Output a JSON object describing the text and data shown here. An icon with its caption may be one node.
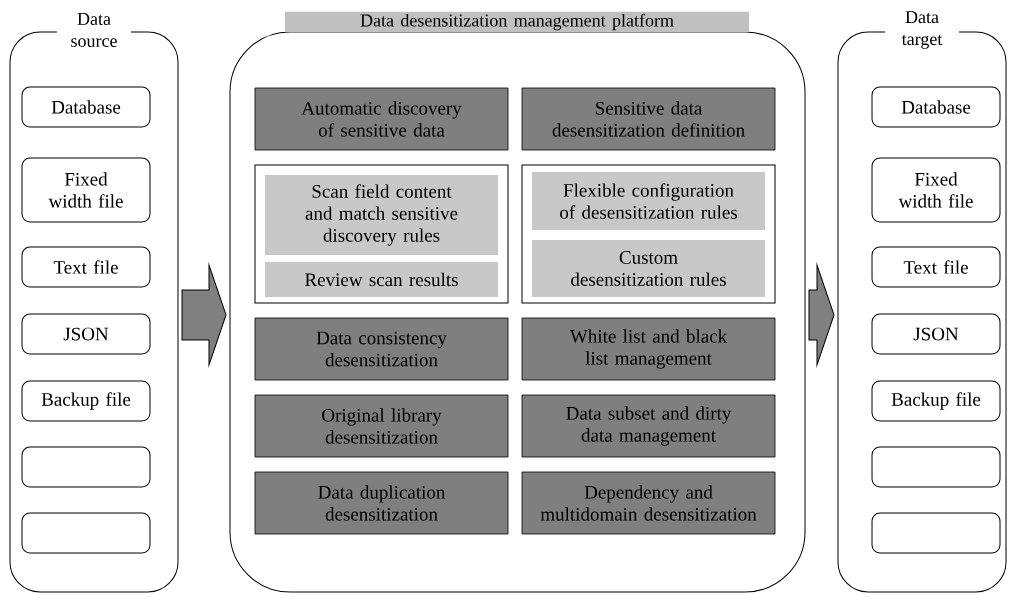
{
  "diagram": {
    "nodes": [
      {
        "text": [
          "Data source"
        ]
      },
      {
        "text": [
          "Database"
        ],
        "in": 0
      },
      {
        "text": [
          "Fixed width file"
        ],
        "in": 0
      },
      {
        "text": [
          "Text file"
        ],
        "in": 0
      },
      {
        "text": [
          "JSON"
        ],
        "in": 0
      },
      {
        "text": [
          "Backup file"
        ],
        "in": 0
      },
      {
        "text": [],
        "shape": "box",
        "in": 0
      },
      {
        "text": [],
        "shape": "box",
        "in": 0
      },
      {
        "text": [
          "Data desensitization management platform"
        ]
      },
      {
        "text": [
          "Automatic discovery of sensitive data"
        ],
        "in": 8
      },
      {
        "text": [
          "Sensitive data desensitization definition"
        ],
        "in": 8
      },
      {
        "text": [],
        "shape": "box",
        "in": 8
      },
      {
        "text": [
          "Scan field content and match sensitive discovery rules"
        ],
        "in": 11
      },
      {
        "text": [
          "Review scan results"
        ],
        "in": 11
      },
      {
        "text": [],
        "shape": "box",
        "in": 8
      },
      {
        "text": [
          "Flexible configuration of desensitization rules"
        ],
        "in": 14
      },
      {
        "text": [
          "Custom desensitization rules"
        ],
        "in": 14
      },
      {
        "text": [
          "Data consistency desensitization"
        ],
        "in": 8
      },
      {
        "text": [
          "White list and black list management"
        ],
        "in": 8
      },
      {
        "text": [
          "Original library desensitization"
        ],
        "in": 8
      },
      {
        "text": [
          "Data subset and dirty data management"
        ],
        "in": 8
      },
      {
        "text": [
          "Data duplication desensitization"
        ],
        "in": 8
      },
      {
        "text": [
          "Dependency and multidomain desensitization"
        ],
        "in": 8
      },
      {
        "text": [
          "Data target"
        ]
      },
      {
        "text": [
          "Database"
        ],
        "in": 23
      },
      {
        "text": [
          "Fixed width file"
        ],
        "in": 23
      },
      {
        "text": [
          "Text file"
        ],
        "in": 23
      },
      {
        "text": [
          "JSON"
        ],
        "in": 23
      },
      {
        "text": [
          "Backup file"
        ],
        "in": 23
      },
      {
        "text": [],
        "shape": "box",
        "in": 23
      },
      {
        "text": [],
        "shape": "box",
        "in": 23
      }
    ],
    "edges": [
      {
        "from": 0,
        "to": 8,
        "arrow": "to"
      },
      {
        "from": 8,
        "to": 23,
        "arrow": "to"
      }
    ]
  }
}
